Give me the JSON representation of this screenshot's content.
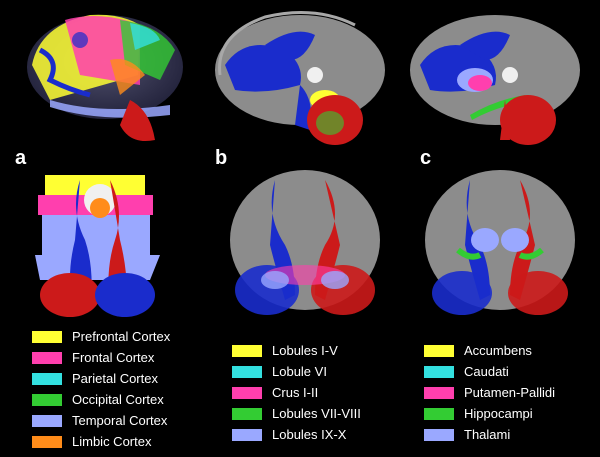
{
  "panels": {
    "a": {
      "label": "a"
    },
    "b": {
      "label": "b"
    },
    "c": {
      "label": "c"
    }
  },
  "legends": {
    "cortex": [
      {
        "label": "Prefrontal Cortex",
        "color": "#ffff33"
      },
      {
        "label": "Frontal Cortex",
        "color": "#ff3fae"
      },
      {
        "label": "Parietal Cortex",
        "color": "#33e0e0"
      },
      {
        "label": "Occipital Cortex",
        "color": "#33cc33"
      },
      {
        "label": "Temporal Cortex",
        "color": "#9aa8ff"
      },
      {
        "label": "Limbic Cortex",
        "color": "#ff8c1a"
      }
    ],
    "cerebellum": [
      {
        "label": "Lobules I-V",
        "color": "#ffff33"
      },
      {
        "label": "Lobule VI",
        "color": "#33e0e0"
      },
      {
        "label": "Crus I-II",
        "color": "#ff3fae"
      },
      {
        "label": "Lobules VII-VIII",
        "color": "#33cc33"
      },
      {
        "label": "Lobules IX-X",
        "color": "#9aa8ff"
      }
    ],
    "subcortical": [
      {
        "label": "Accumbens",
        "color": "#ffff33"
      },
      {
        "label": "Caudati",
        "color": "#33e0e0"
      },
      {
        "label": "Putamen-Pallidi",
        "color": "#ff3fae"
      },
      {
        "label": "Hippocampi",
        "color": "#33cc33"
      },
      {
        "label": "Thalami",
        "color": "#9aa8ff"
      }
    ]
  },
  "colors": {
    "background": "#000000",
    "brain_gray": "#8c8c8c",
    "tract_blue": "#1a2ccc",
    "tract_red": "#cc1a1a"
  }
}
